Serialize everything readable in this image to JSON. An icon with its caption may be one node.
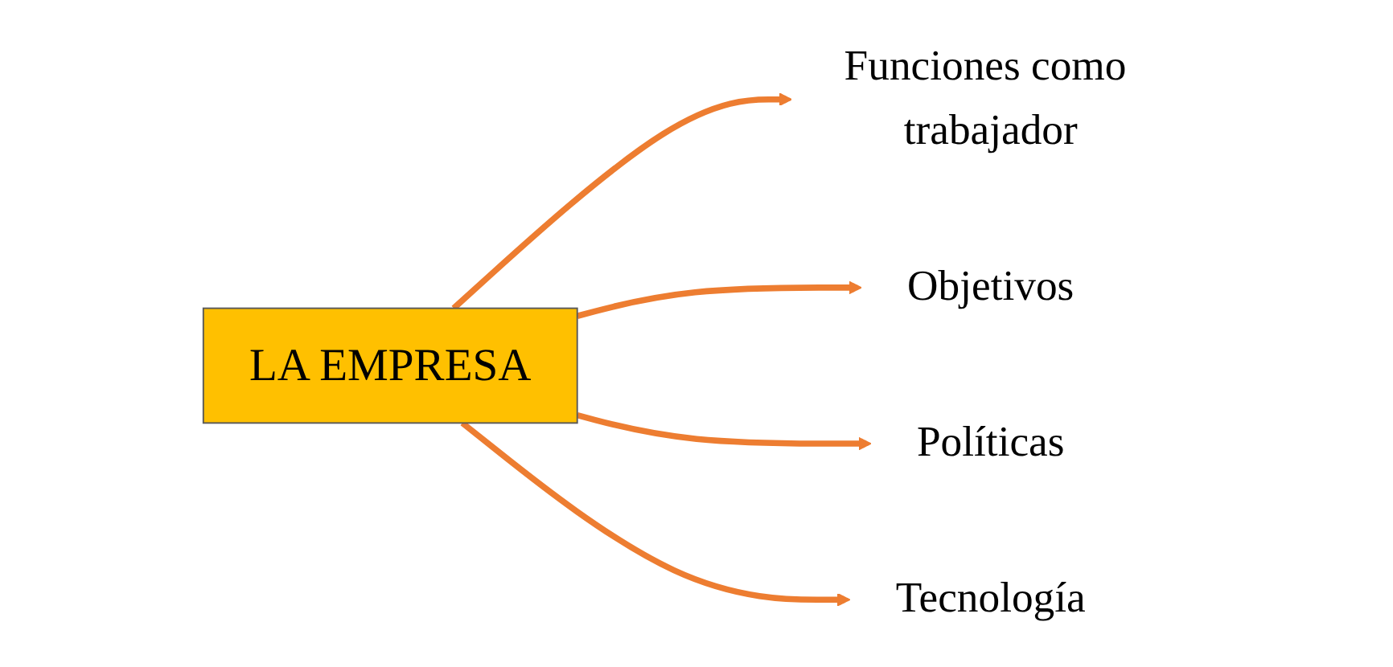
{
  "diagram": {
    "nodes": [
      {
        "text": [
          "LA EMPRESA"
        ]
      },
      {
        "text": [
          "Funciones como trabajador"
        ]
      },
      {
        "text": [
          "Objetivos"
        ]
      },
      {
        "text": [
          "Políticas"
        ]
      },
      {
        "text": [
          "Tecnología"
        ]
      }
    ],
    "edges": [
      {
        "from": 0,
        "to": 1,
        "arrow": "to"
      },
      {
        "from": 0,
        "to": 2,
        "arrow": "to"
      },
      {
        "from": 0,
        "to": 3,
        "arrow": "to"
      },
      {
        "from": 0,
        "to": 4,
        "arrow": "to"
      }
    ]
  }
}
